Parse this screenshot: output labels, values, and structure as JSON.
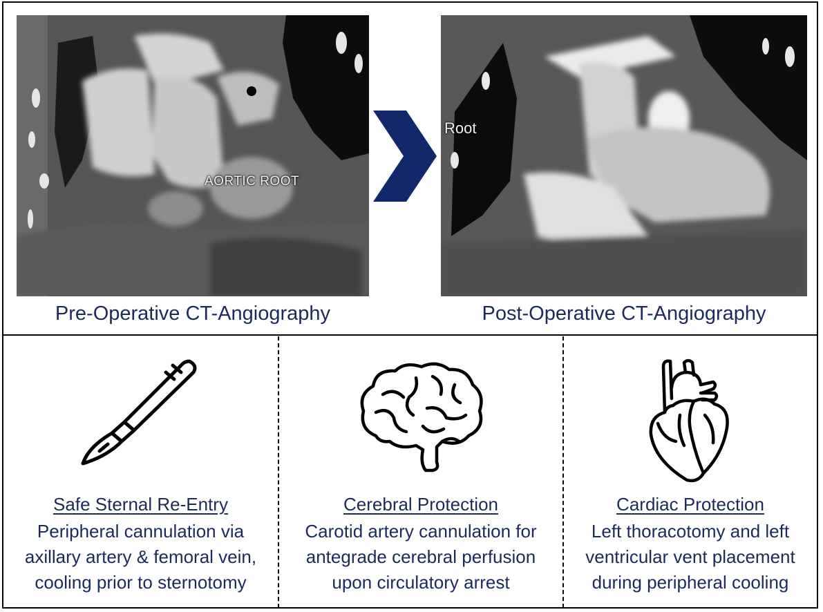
{
  "top": {
    "pre": {
      "caption": "Pre-Operative CT-Angiography",
      "image_label": "AORTIC ROOT"
    },
    "post": {
      "caption": "Post-Operative CT-Angiography",
      "image_label": "Root"
    },
    "arrow_color": "#13276b"
  },
  "columns": [
    {
      "icon": "scalpel-icon",
      "title": "Safe Sternal Re-Entry",
      "lines": [
        "Peripheral cannulation via",
        "axillary artery & femoral vein,",
        "cooling prior to sternotomy"
      ]
    },
    {
      "icon": "brain-icon",
      "title": "Cerebral Protection",
      "lines": [
        "Carotid artery cannulation for",
        "antegrade cerebral perfusion",
        "upon circulatory arrest"
      ]
    },
    {
      "icon": "heart-icon",
      "title": "Cardiac Protection",
      "lines": [
        "Left thoracotomy and left",
        "ventricular vent placement",
        "during peripheral cooling"
      ]
    }
  ],
  "colors": {
    "text": "#1b2a5c",
    "border": "#000000"
  }
}
